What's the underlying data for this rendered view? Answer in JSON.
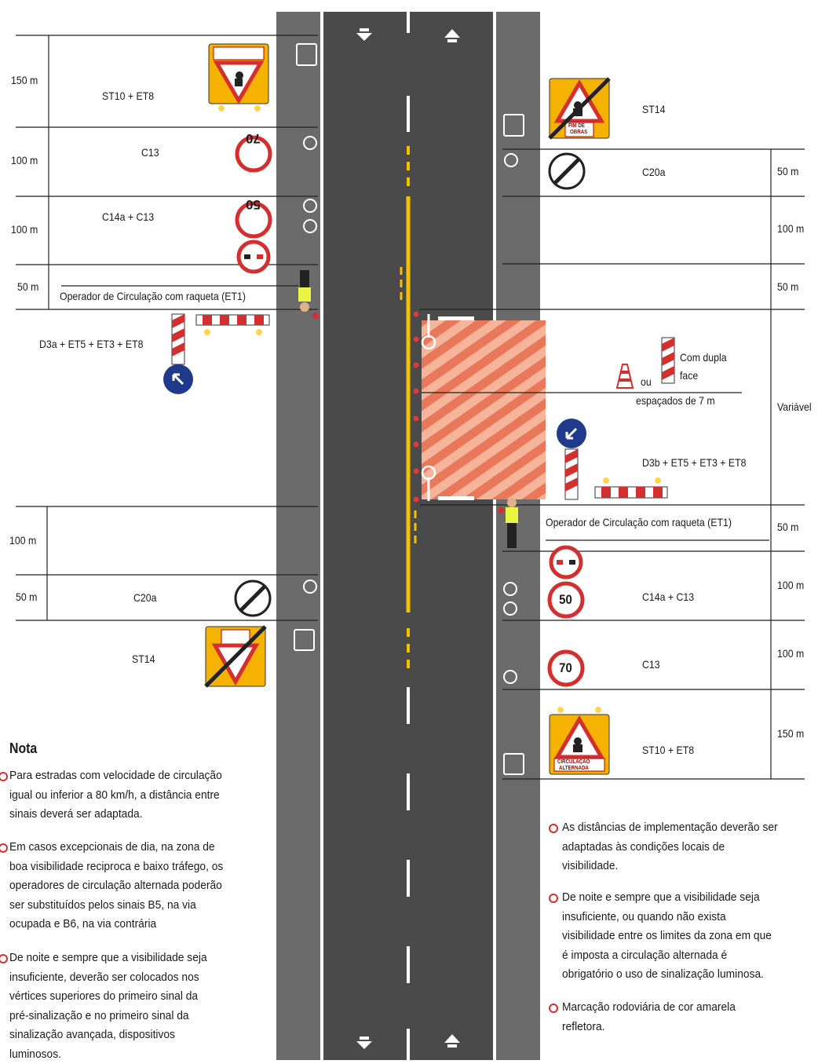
{
  "colors": {
    "road": "#4a4a4a",
    "shoulder": "#6b6b6b",
    "yellow": "#f2c200",
    "red": "#d32f2f",
    "sign_yellow": "#f6b200",
    "blue": "#1f3a8a",
    "zone": "#f08a6a"
  },
  "left_distances": [
    "150 m",
    "100 m",
    "100 m",
    "50 m",
    "100 m",
    "50 m"
  ],
  "right_distances": [
    "50 m",
    "100 m",
    "50 m",
    "Variável",
    "50 m",
    "100 m",
    "100 m",
    "150 m"
  ],
  "left_labels": {
    "st10_et8": "ST10 + ET8",
    "c13": "C13",
    "c14a_c13": "C14a + C13",
    "operator": "Operador de Circulação com raqueta (ET1)",
    "d3a": "D3a + ET5 + ET3 + ET8",
    "c20a": "C20a",
    "st14": "ST14"
  },
  "right_labels": {
    "st14": "ST14",
    "c20a": "C20a",
    "com_dupla": "Com dupla",
    "face": "face",
    "ou": "ou",
    "espacados": "espaçados de 7 m",
    "d3b": "D3b + ET5 + ET3 + ET8",
    "operator": "Operador de Circulação com raqueta (ET1)",
    "c14a_c13": "C14a + C13",
    "c13": "C13",
    "st10_et8": "ST10 + ET8"
  },
  "signs": {
    "speed_70": "70",
    "speed_50": "50",
    "circulacao": "CIRCULAÇÃO",
    "alternada": "ALTERNADA",
    "fim_de": "FIM DE",
    "obras": "OBRAS"
  },
  "icons": [
    "arrow-down-icon",
    "arrow-up-icon",
    "roadworks-icon",
    "no-overtaking-icon",
    "end-of-restrictions-icon",
    "keep-left-icon",
    "keep-right-icon",
    "traffic-cone-icon",
    "flagger-icon",
    "warning-light-icon"
  ],
  "notes_left": {
    "title": "Nota",
    "items": [
      [
        "Para estradas com velocidade de circulação",
        "igual ou inferior a 80 km/h, a distância entre",
        "sinais deverá ser adaptada."
      ],
      [
        "Em casos excepcionais de dia, na zona de",
        "boa  visibilidade reciproca e baixo tráfego, os",
        "operadores de circulação alternada poderão",
        "ser substituídos pelos sinais B5, na via",
        "ocupada e B6, na via contrária"
      ],
      [
        "De noite e sempre que a visibilidade seja",
        "insuficiente, deverão ser colocados nos",
        "vértices superiores do primeiro sinal da",
        "pré-sinalização e no primeiro sinal da",
        "sinalização avançada, dispositivos",
        "luminosos."
      ]
    ]
  },
  "notes_right": {
    "items": [
      [
        "As distâncias de implementação deverão ser",
        "adaptadas às condições locais de",
        "visibilidade."
      ],
      [
        "De noite e sempre que a visibilidade seja",
        "insuficiente, ou quando não exista",
        "visibilidade entre os limites da zona em que",
        "é imposta a circulação alternada é",
        "obrigatório o uso de sinalização luminosa."
      ],
      [
        "Marcação rodoviária de cor amarela",
        "refletora."
      ]
    ]
  }
}
